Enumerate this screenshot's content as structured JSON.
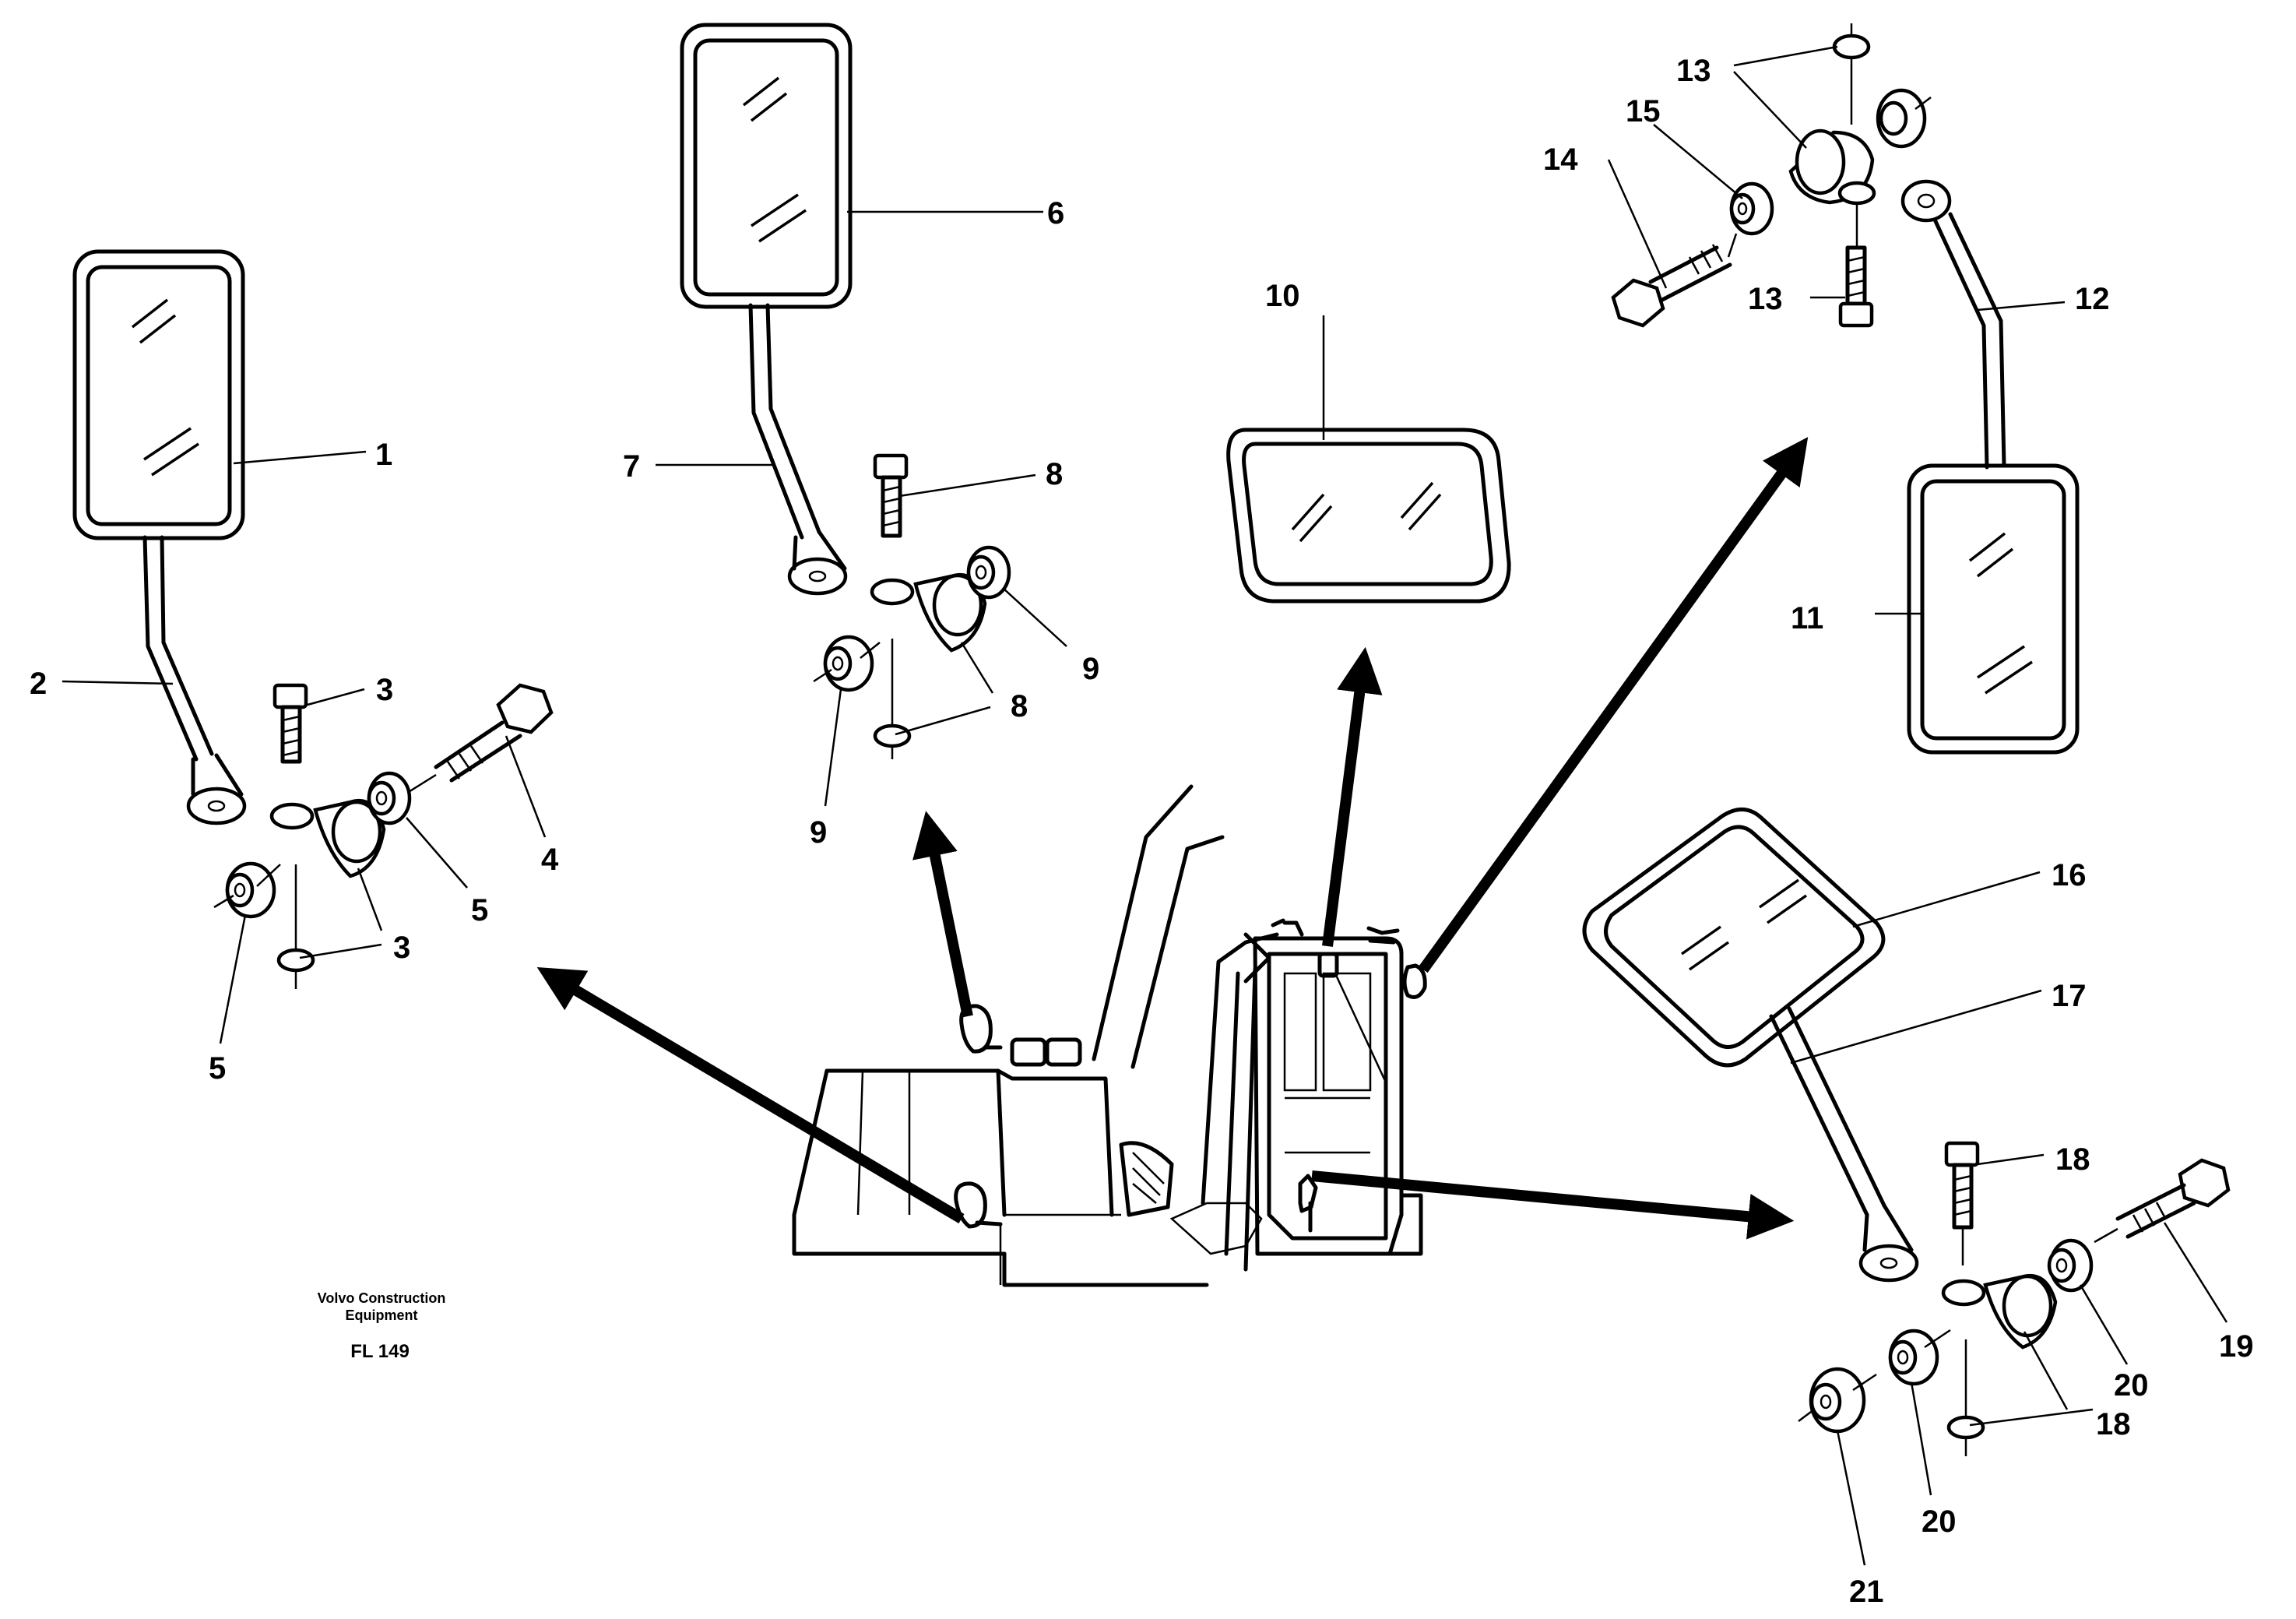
{
  "labels": {
    "l1": "1",
    "l2": "2",
    "l3a": "3",
    "l3b": "3",
    "l4": "4",
    "l5a": "5",
    "l5b": "5",
    "l6": "6",
    "l7": "7",
    "l8a": "8",
    "l8b": "8",
    "l9a": "9",
    "l9b": "9",
    "l10": "10",
    "l11": "11",
    "l12": "12",
    "l13a": "13",
    "l13b": "13",
    "l14": "14",
    "l15": "15",
    "l16": "16",
    "l17": "17",
    "l18a": "18",
    "l18b": "18",
    "l19": "19",
    "l20a": "20",
    "l20b": "20",
    "l21": "21"
  },
  "caption": {
    "brand_line1": "Volvo Construction",
    "brand_line2": "Equipment",
    "code": "FL 149"
  }
}
